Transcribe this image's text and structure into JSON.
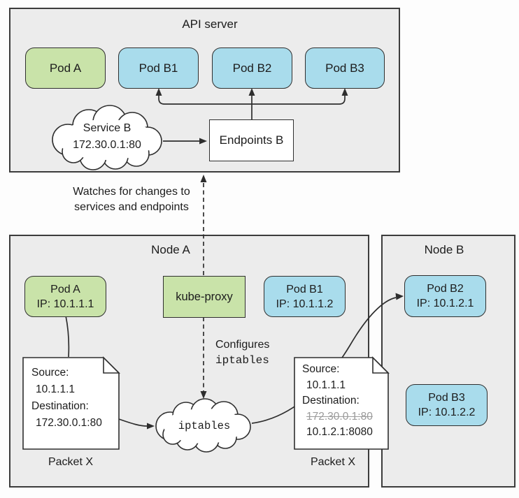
{
  "api_server": {
    "title": "API server",
    "pods": [
      {
        "label": "Pod A"
      },
      {
        "label": "Pod B1"
      },
      {
        "label": "Pod B2"
      },
      {
        "label": "Pod B3"
      }
    ],
    "service_cloud": {
      "line1": "Service B",
      "line2": "172.30.0.1:80"
    },
    "endpoints_label": "Endpoints B"
  },
  "annotations": {
    "watches_line1": "Watches for changes to",
    "watches_line2": "services and endpoints",
    "configures_line1": "Configures",
    "configures_line2": "iptables"
  },
  "node_a": {
    "title": "Node A",
    "pod_a": {
      "line1": "Pod A",
      "line2": "IP: 10.1.1.1"
    },
    "kube_proxy_label": "kube-proxy",
    "pod_b1": {
      "line1": "Pod B1",
      "line2": "IP: 10.1.1.2"
    },
    "iptables_cloud_label": "iptables"
  },
  "node_b": {
    "title": "Node B",
    "pod_b2": {
      "line1": "Pod B2",
      "line2": "IP: 10.1.2.1"
    },
    "pod_b3": {
      "line1": "Pod B3",
      "line2": "IP: 10.1.2.2"
    }
  },
  "packet_original": {
    "label": "Packet X",
    "lines": [
      "Source:",
      "10.1.1.1",
      "Destination:",
      "172.30.0.1:80"
    ]
  },
  "packet_translated": {
    "label": "Packet X",
    "lines": [
      "Source:",
      "10.1.1.1",
      "Destination:",
      "172.30.0.1:80",
      "10.1.2.1:8080"
    ],
    "struck_line_index": 3
  },
  "colors": {
    "pod_green": "#c9e3a9",
    "pod_blue": "#a9dcec",
    "box_background": "#ececec",
    "line": "#2e2e2e",
    "struck_text": "#9b9b9b"
  }
}
